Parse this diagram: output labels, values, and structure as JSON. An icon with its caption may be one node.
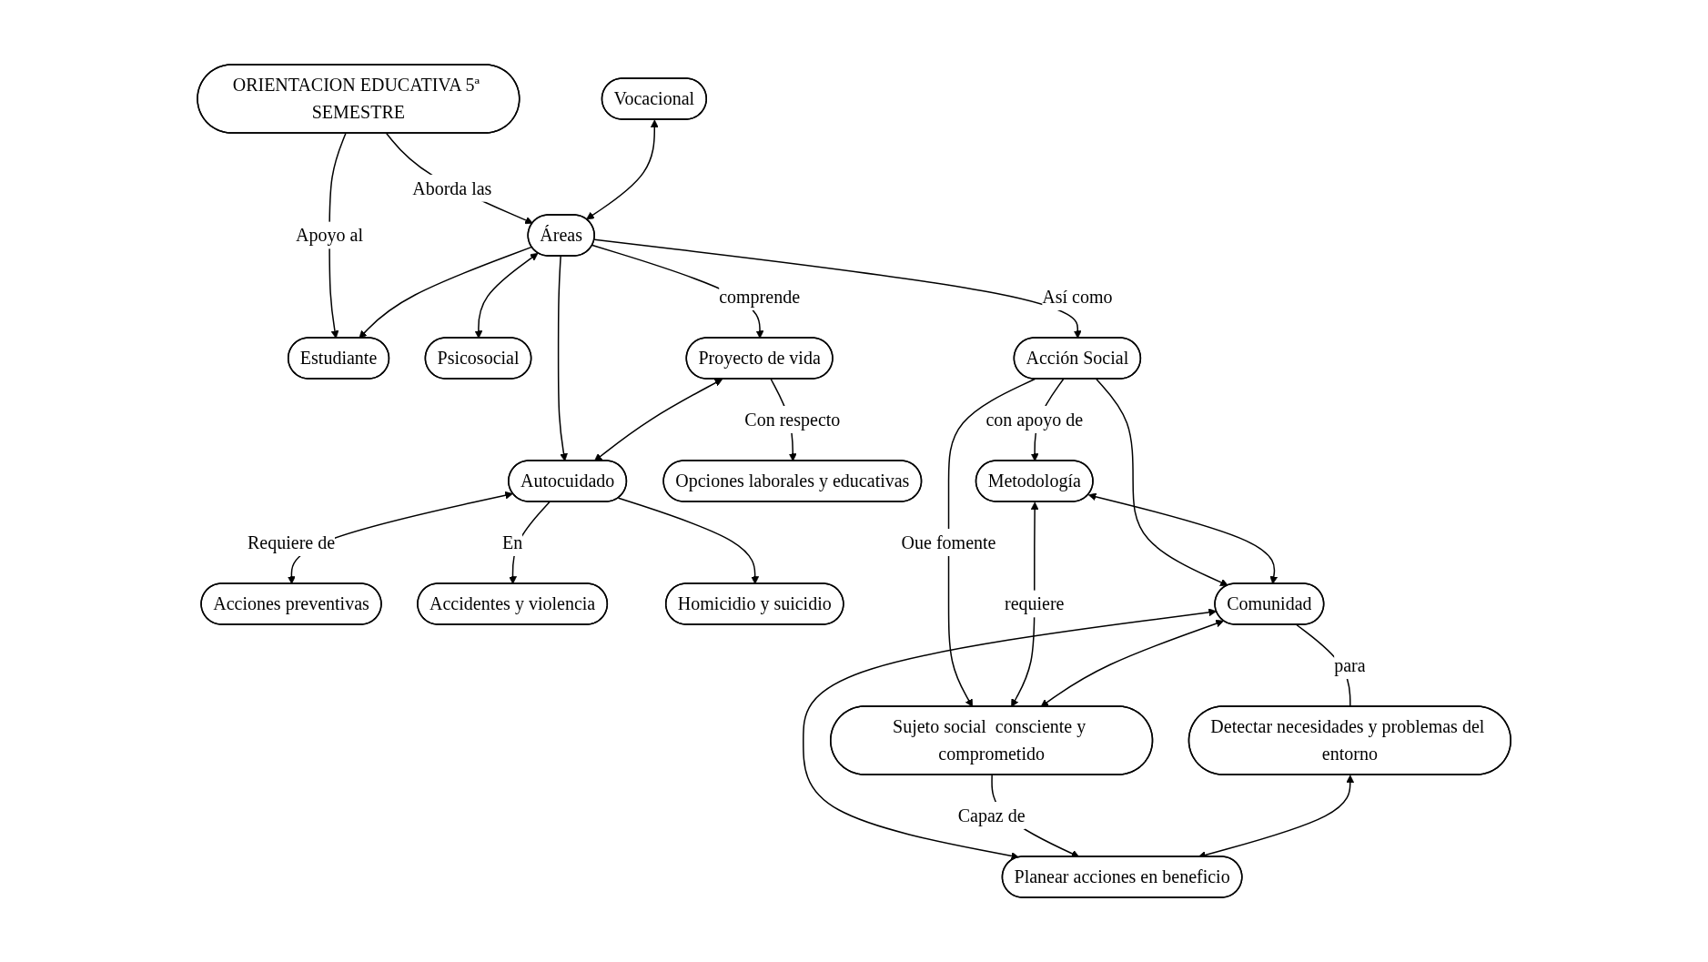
{
  "diagram": {
    "nodes": [
      {
        "text": [
          "ORIENTACION EDUCATIVA 5ª SEMESTRE"
        ]
      },
      {
        "text": [
          "Estudiante"
        ]
      },
      {
        "text": [
          "Vocacional"
        ]
      },
      {
        "text": [
          "Áreas"
        ]
      },
      {
        "text": [
          "Psicosocial"
        ]
      },
      {
        "text": [
          "Proyecto de vida"
        ]
      },
      {
        "text": [
          "Autocuidado"
        ]
      },
      {
        "text": [
          "Acciones preventivas"
        ]
      },
      {
        "text": [
          "Opciones laborales y educativas"
        ]
      },
      {
        "text": [
          "Accidentes y violencia"
        ]
      },
      {
        "text": [
          "Homicidio y suicidio"
        ]
      },
      {
        "text": [
          "Acción Social"
        ]
      },
      {
        "text": [
          "Metodología"
        ]
      },
      {
        "text": [
          "Sujeto social  consciente y comprometido"
        ]
      },
      {
        "text": [
          "Comunidad"
        ]
      },
      {
        "text": [
          "Detectar necesidades y problemas del entorno"
        ]
      },
      {
        "text": [
          "Planear  acciones en beneficio"
        ]
      }
    ],
    "edges": [
      {
        "from": 0,
        "to": 1,
        "arrow": "to",
        "label": "Apoyo al"
      },
      {
        "from": 0,
        "to": 3,
        "arrow": "to",
        "label": "Aborda las"
      },
      {
        "from": 3,
        "to": 1,
        "arrow": "to"
      },
      {
        "from": 2,
        "to": 3,
        "arrow": "both"
      },
      {
        "from": 3,
        "to": 4,
        "arrow": "both"
      },
      {
        "from": 3,
        "to": 5,
        "arrow": "to",
        "label": "comprende"
      },
      {
        "from": 3,
        "to": 6,
        "arrow": "to"
      },
      {
        "from": 3,
        "to": 11,
        "arrow": "to",
        "label": "Así como"
      },
      {
        "from": 5,
        "to": 6,
        "arrow": "both"
      },
      {
        "from": 6,
        "to": 7,
        "arrow": "both",
        "label": "Requiere de"
      },
      {
        "from": 5,
        "to": 8,
        "arrow": "to",
        "label": "Con respecto"
      },
      {
        "from": 6,
        "to": 9,
        "arrow": "to",
        "label": "En"
      },
      {
        "from": 6,
        "to": 10,
        "arrow": "to"
      },
      {
        "from": 11,
        "to": 12,
        "arrow": "to",
        "label": "con  apoyo de"
      },
      {
        "from": 11,
        "to": 13,
        "arrow": "to",
        "label": "Oue fomente"
      },
      {
        "from": 11,
        "to": 14,
        "arrow": "to"
      },
      {
        "from": 12,
        "to": 13,
        "arrow": "both",
        "label": "requiere"
      },
      {
        "from": 12,
        "to": 14,
        "arrow": "both"
      },
      {
        "from": 14,
        "to": 13,
        "arrow": "both"
      },
      {
        "from": 14,
        "to": 16,
        "arrow": "both"
      },
      {
        "from": 13,
        "to": 16,
        "arrow": "to",
        "label": "Capaz de"
      },
      {
        "from": 14,
        "to": 15,
        "arrow": "none",
        "label": "para"
      },
      {
        "from": 15,
        "to": 16,
        "arrow": "both"
      }
    ]
  }
}
